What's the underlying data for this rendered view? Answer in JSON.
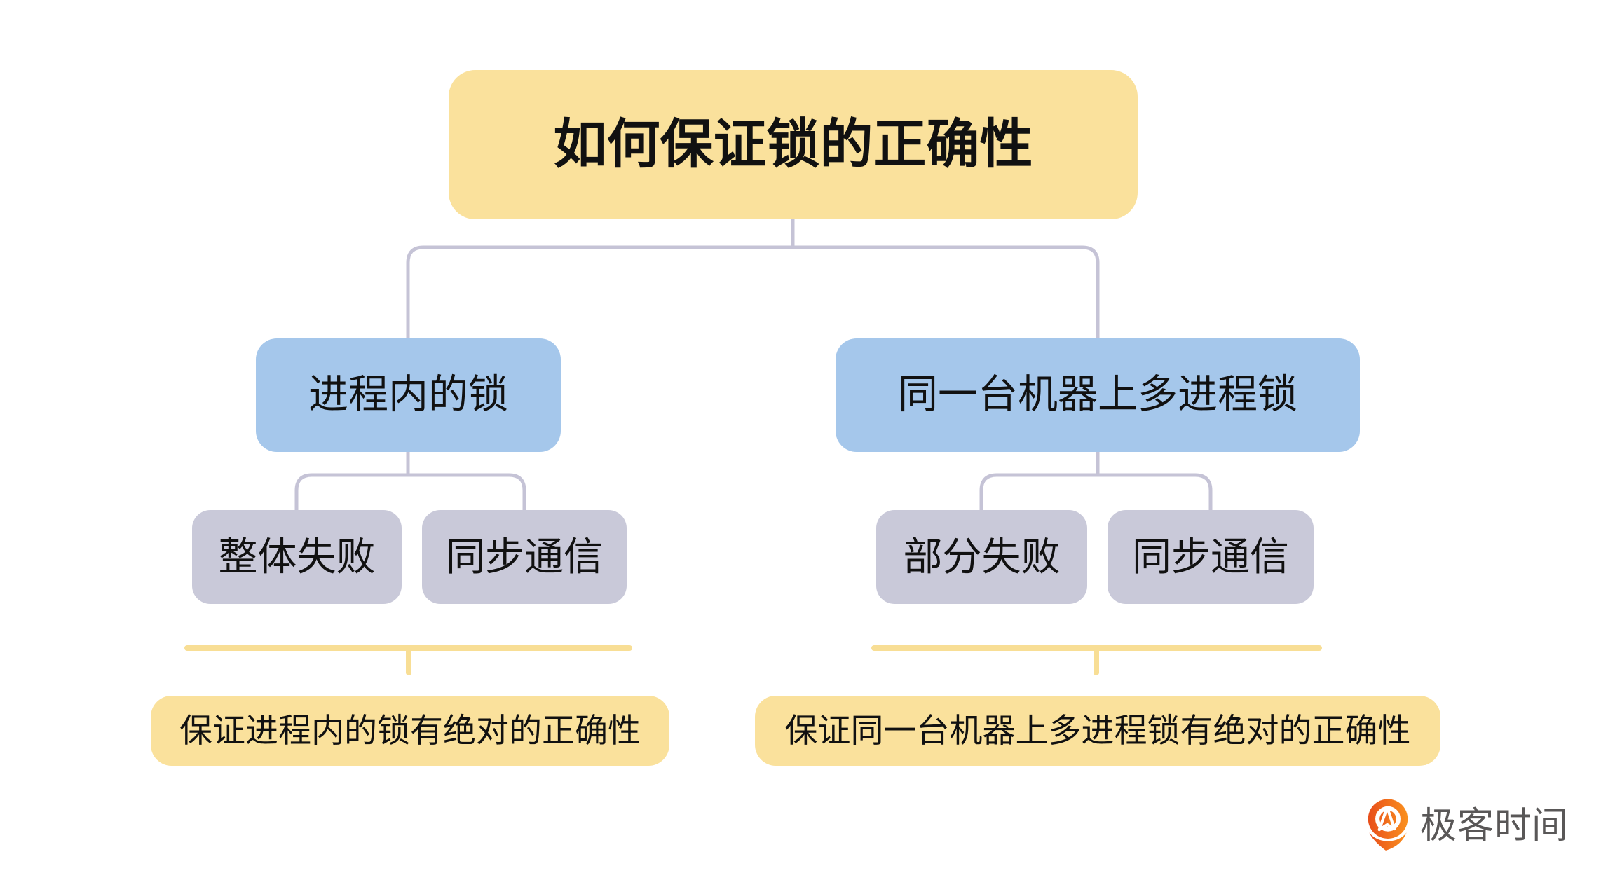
{
  "diagram": {
    "root_label": "如何保证锁的正确性",
    "branches": [
      {
        "label": "进程内的锁",
        "children": [
          {
            "label": "整体失败"
          },
          {
            "label": "同步通信"
          }
        ],
        "summary": "保证进程内的锁有绝对的正确性"
      },
      {
        "label": "同一台机器上多进程锁",
        "children": [
          {
            "label": "部分失败"
          },
          {
            "label": "同步通信"
          }
        ],
        "summary": "保证同一台机器上多进程锁有绝对的正确性"
      }
    ]
  },
  "branding": {
    "name": "极客时间"
  },
  "colors": {
    "topic_fill": "#FAE19C",
    "branch_fill": "#A5C7EB",
    "leaf_fill": "#C9C9D9",
    "connector": "#C5C3D6",
    "summary_line": "#F8DE95",
    "text": "#111111",
    "logo_text": "#595757",
    "logo_orange_start": "#E84E1B",
    "logo_orange_end": "#FA901E",
    "background": "#FFFFFF"
  }
}
